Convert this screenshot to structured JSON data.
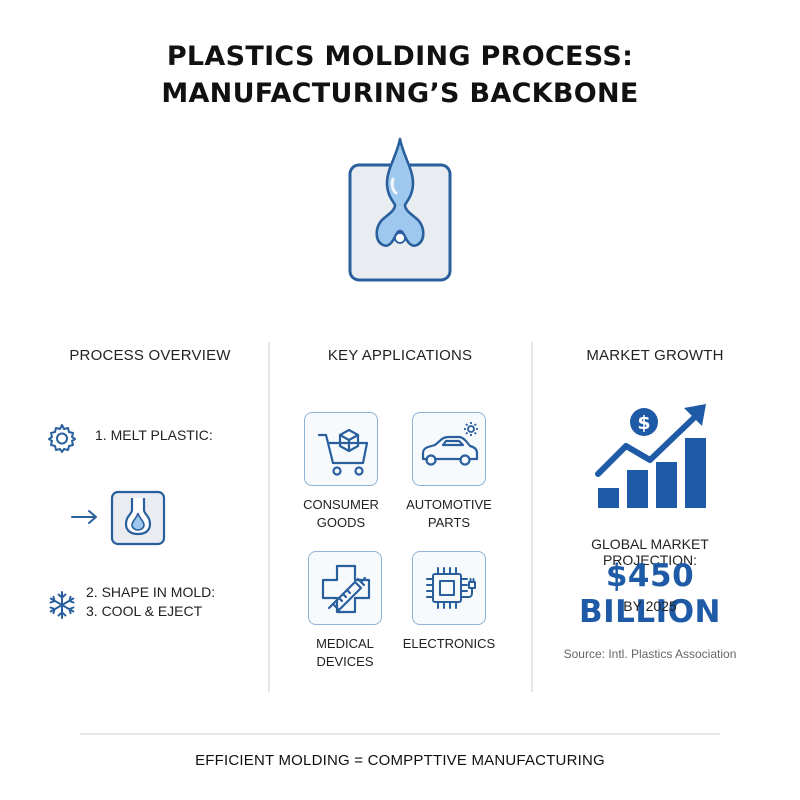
{
  "title": {
    "line1": "PLASTICS MOLDING PROCESS:",
    "line2": "MANUFACTURING’S BACKBONE"
  },
  "colors": {
    "accent": "#1f5aa6",
    "icon_stroke": "#2a5f9e",
    "tile_border": "#8fb2d6",
    "droplet": "#9ec8ee",
    "divider": "#e3e6ea"
  },
  "process": {
    "heading": "PROCESS OVERVIEW",
    "step1": "1. MELT PLASTIC:",
    "step2": "2. SHAPE IN MOLD:",
    "step3": "3. COOL & EJECT",
    "icons": [
      "gear-icon",
      "arrow-right-icon",
      "mold-icon",
      "snowflake-icon"
    ]
  },
  "applications": {
    "heading": "KEY APPLICATIONS",
    "items": [
      {
        "line1": "CONSUMER",
        "line2": "GOODS",
        "icon": "shopping-cart-icon"
      },
      {
        "line1": "AUTOMOTIVE",
        "line2": "PARTS",
        "icon": "car-icon"
      },
      {
        "line1": "MEDICAL",
        "line2": "DEVICES",
        "icon": "medical-cross-icon"
      },
      {
        "line1": "ELECTRONICS",
        "line2": "",
        "icon": "chip-icon"
      }
    ]
  },
  "market": {
    "heading": "MARKET GROWTH",
    "label": "GLOBAL MARKET PROJECTION:",
    "value": "$450 BILLION",
    "year": "BY 2025",
    "source": "Source: Intl. Plastics Association",
    "icon": "growth-chart-icon"
  },
  "footer": "EFFICIENT MOLDING = COMPPTTIVE MANUFACTURING"
}
